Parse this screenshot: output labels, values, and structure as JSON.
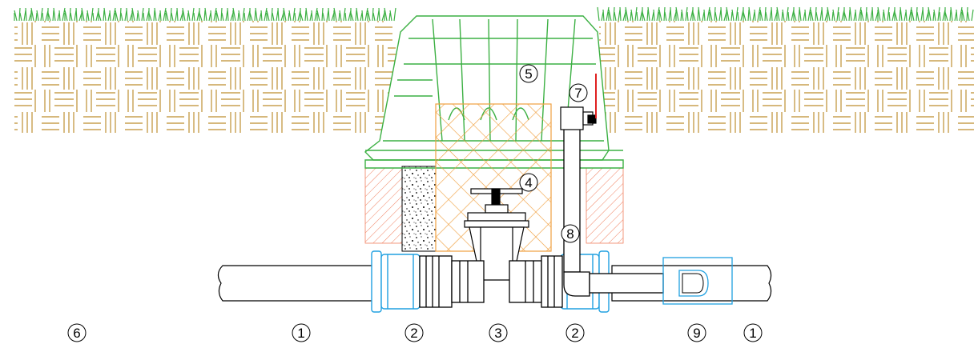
{
  "callouts": {
    "c1a": "1",
    "c1b": "1",
    "c2a": "2",
    "c2b": "2",
    "c3": "3",
    "c4": "4",
    "c5": "5",
    "c6": "6",
    "c7": "7",
    "c8": "8",
    "c9": "9"
  },
  "colors": {
    "grass": "#3cb043",
    "soil": "#c8a050",
    "box": "#3cb043",
    "gravel_mesh": "#f0a040",
    "brick_hatch": "#f08060",
    "coupling": "#20a0e0",
    "valve_handle": "#e02020",
    "line": "#000000"
  }
}
